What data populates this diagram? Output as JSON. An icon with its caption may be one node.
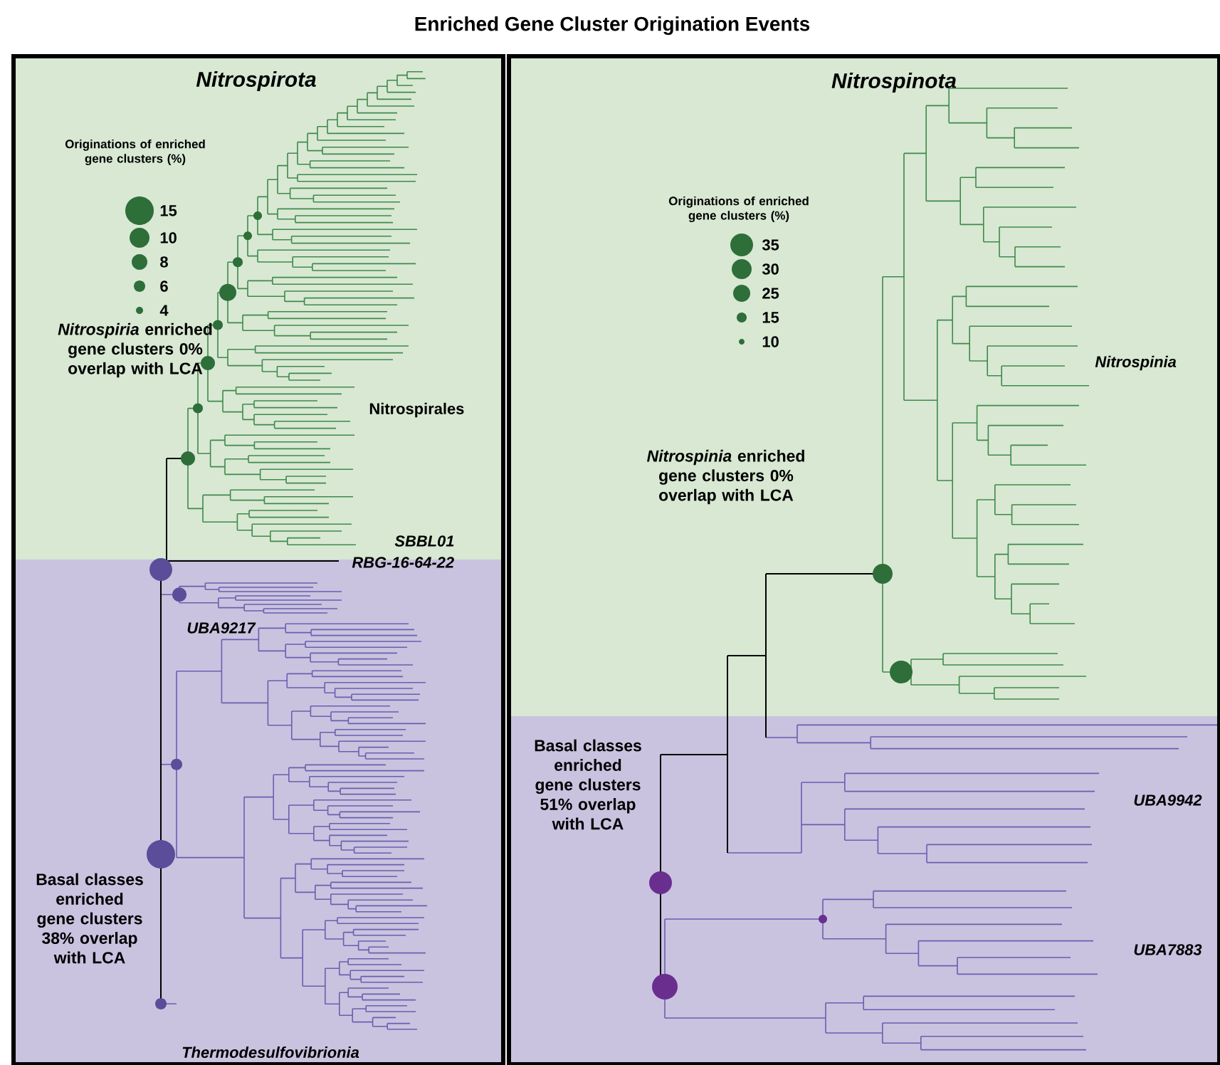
{
  "diagram": {
    "title": "Enriched Gene Cluster Origination Events",
    "nodes": [
      {
        "text": [
          "Nitrospirota"
        ]
      },
      {
        "text": [
          "Nitrospinota"
        ]
      }
    ],
    "labels": [
      "Originations of enriched gene clusters (%)",
      "*Nitrospiria* enriched gene clusters 0% overlap with LCA",
      "Nitrospirales",
      "SBBL01",
      "RBG-16-64-22",
      "UBA9217",
      "Basal classes enriched gene clusters 38% overlap with LCA",
      "Thermodesulfovibrionia",
      "Originations of enriched gene clusters (%)",
      "Nitrospinia",
      "*Nitrospinia* enriched gene clusters 0% overlap with LCA",
      "Basal classes enriched gene clusters 51% overlap with LCA",
      "UBA9942",
      "UBA7883"
    ],
    "legend": [
      {
        "text": "15"
      },
      {
        "text": "10"
      },
      {
        "text": "8"
      },
      {
        "text": "6"
      },
      {
        "text": "4"
      },
      {
        "text": "35"
      },
      {
        "text": "30"
      },
      {
        "text": "25"
      },
      {
        "text": "15"
      },
      {
        "text": "10"
      }
    ]
  }
}
